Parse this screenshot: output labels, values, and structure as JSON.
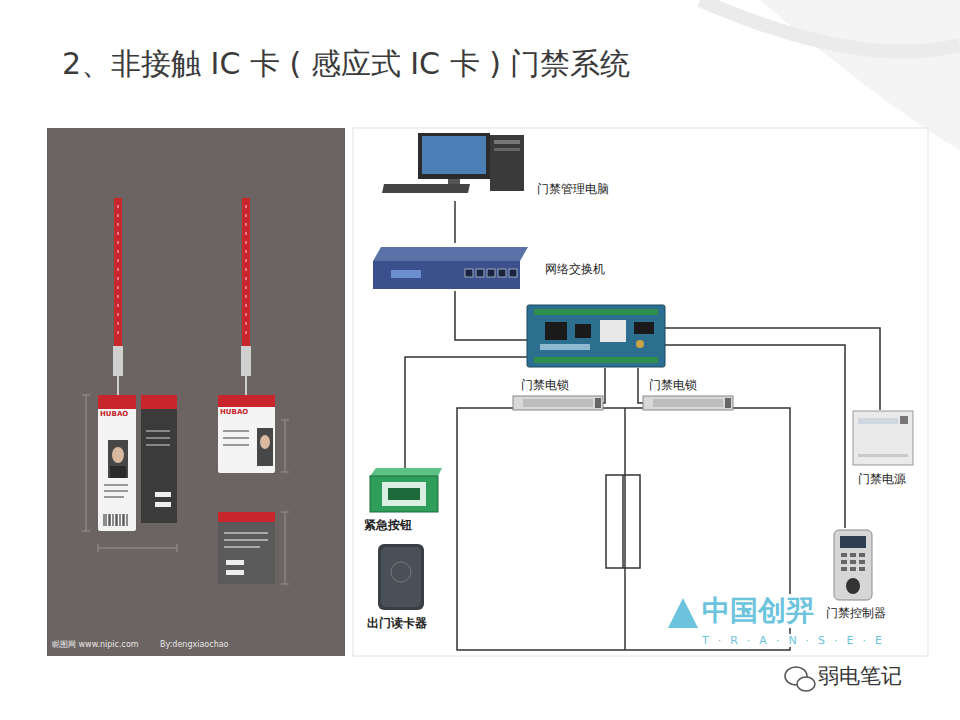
{
  "diagram": {
    "title": "2、非接触 IC 卡 ( 感应式 IC 卡 ) 门禁系统",
    "nodes": [
      {
        "text": [
          "门禁管理电脑"
        ]
      },
      {
        "text": [
          "网络交换机"
        ]
      },
      {
        "text": [
          "门禁电锁"
        ]
      },
      {
        "text": [
          "门禁电锁"
        ]
      },
      {
        "text": [
          "门禁电源"
        ]
      },
      {
        "text": [
          "紧急按钮"
        ]
      },
      {
        "text": [
          "出门读卡器"
        ]
      },
      {
        "text": [
          "门禁控制器"
        ]
      }
    ],
    "edges": [
      {
        "from": 0,
        "to": 1,
        "arrow": "none"
      }
    ],
    "labels": [
      "HUBAO",
      "HUBAO",
      "昵图网 www.nipic.com",
      "By:dengxiaochao",
      "中国创羿",
      "T·R·A·N·S·E·E",
      "弱电笔记"
    ]
  }
}
